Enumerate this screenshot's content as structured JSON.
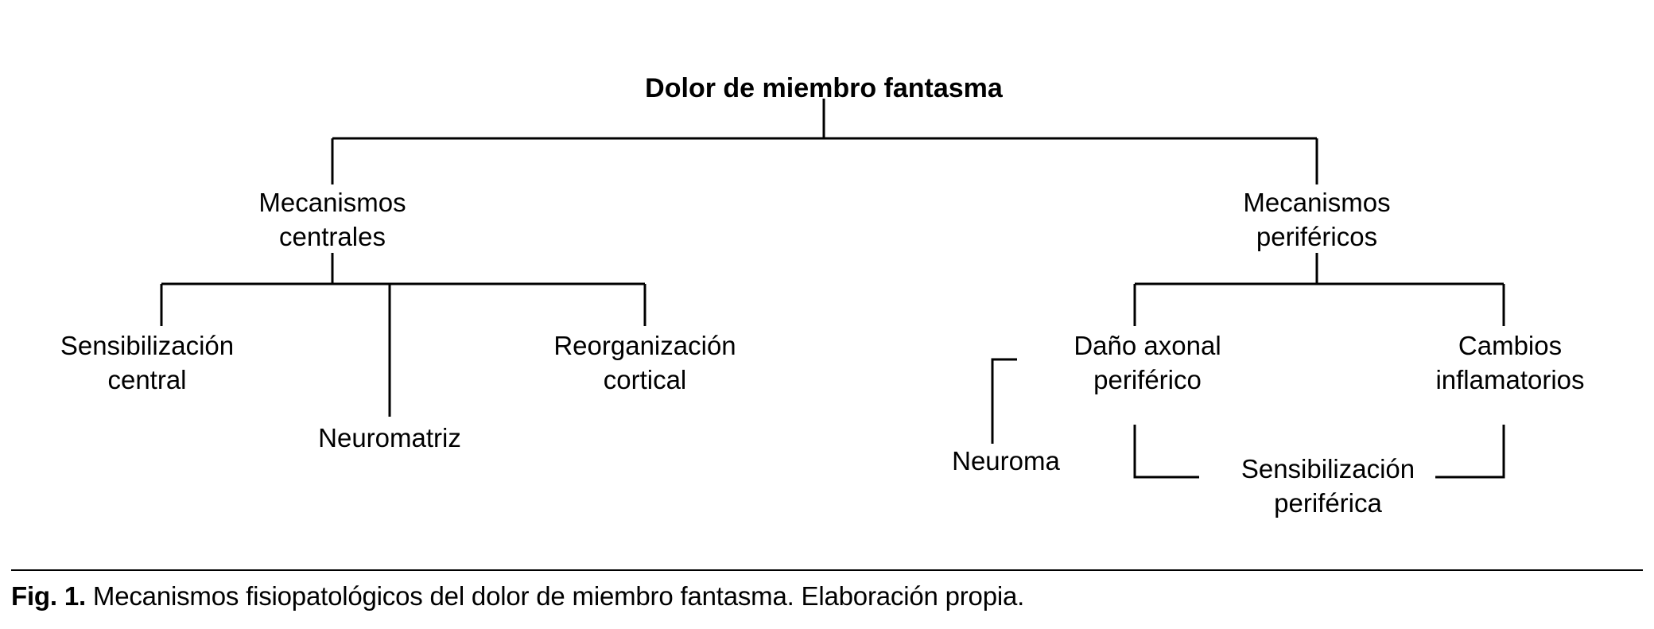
{
  "figure": {
    "caption_label": "Fig. 1.",
    "caption_text": " Mecanismos fisiopatológicos del dolor de miembro fantasma. Elaboración propia.",
    "line_color": "#000000",
    "background_color": "#ffffff",
    "text_color": "#000000"
  },
  "chart_data": {
    "type": "diagram",
    "title": "Dolor de miembro fantasma",
    "orientation": "top-down-tree",
    "nodes": [
      {
        "id": "root",
        "label": "Dolor de miembro fantasma",
        "level": 0,
        "bold": true
      },
      {
        "id": "central",
        "label_line1": "Mecanismos",
        "label_line2": "centrales",
        "level": 1,
        "parent": "root"
      },
      {
        "id": "periferico",
        "label_line1": "Mecanismos",
        "label_line2": "periféricos",
        "level": 1,
        "parent": "root"
      },
      {
        "id": "sens_central",
        "label_line1": "Sensibilización",
        "label_line2": "central",
        "level": 2,
        "parent": "central"
      },
      {
        "id": "neuromatriz",
        "label_line1": "Neuromatriz",
        "label_line2": "",
        "level": 2,
        "parent": "central"
      },
      {
        "id": "reorg_cortical",
        "label_line1": "Reorganización",
        "label_line2": "cortical",
        "level": 2,
        "parent": "central"
      },
      {
        "id": "dano_axonal",
        "label_line1": "Daño axonal",
        "label_line2": "periférico",
        "level": 2,
        "parent": "periferico"
      },
      {
        "id": "cambios_inflam",
        "label_line1": "Cambios",
        "label_line2": "inflamatorios",
        "level": 2,
        "parent": "periferico"
      },
      {
        "id": "neuroma",
        "label_line1": "Neuroma",
        "label_line2": "",
        "level": 3,
        "parent": "dano_axonal"
      },
      {
        "id": "sens_periferica",
        "label_line1": "Sensibilización",
        "label_line2": "periférica",
        "level": 3,
        "parent": "dano_axonal"
      }
    ]
  },
  "labels": {
    "root": "Dolor de miembro fantasma",
    "central_1": "Mecanismos",
    "central_2": "centrales",
    "periferico_1": "Mecanismos",
    "periferico_2": "periféricos",
    "sens_central_1": "Sensibilización",
    "sens_central_2": "central",
    "neuromatriz": "Neuromatriz",
    "reorg_cortical_1": "Reorganización",
    "reorg_cortical_2": "cortical",
    "dano_axonal_1": "Daño axonal",
    "dano_axonal_2": "periférico",
    "cambios_inflam_1": "Cambios",
    "cambios_inflam_2": "inflamatorios",
    "neuroma": "Neuroma",
    "sens_periferica_1": "Sensibilización",
    "sens_periferica_2": "periférica"
  }
}
